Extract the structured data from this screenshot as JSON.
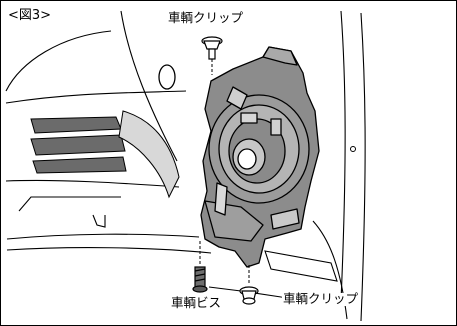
{
  "figure": {
    "label": "<図3>"
  },
  "callouts": {
    "top_clip": "車輌クリップ",
    "bottom_screw": "車輌ビス",
    "bottom_clip": "車輌クリップ"
  }
}
